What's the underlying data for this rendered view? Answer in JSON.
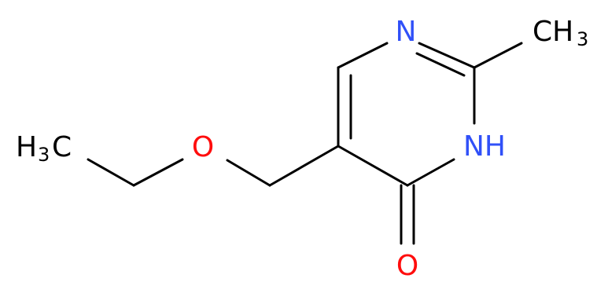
{
  "molecule": {
    "atoms": {
      "n_ring": {
        "symbol": "N",
        "color": "#3050F8"
      },
      "nh": {
        "symbol": "NH",
        "color": "#3050F8"
      },
      "o_carbonyl": {
        "symbol": "O",
        "color": "#FF0D0D"
      },
      "o_ether": {
        "symbol": "O",
        "color": "#FF0D0D"
      },
      "ch3_right": {
        "symbol": "CH",
        "subscript": "3",
        "color": "#000000"
      },
      "ch3_left": {
        "symbol": "H",
        "subscript": "3",
        "suffix": "C",
        "color": "#000000"
      }
    },
    "bond_color": "#000000"
  }
}
